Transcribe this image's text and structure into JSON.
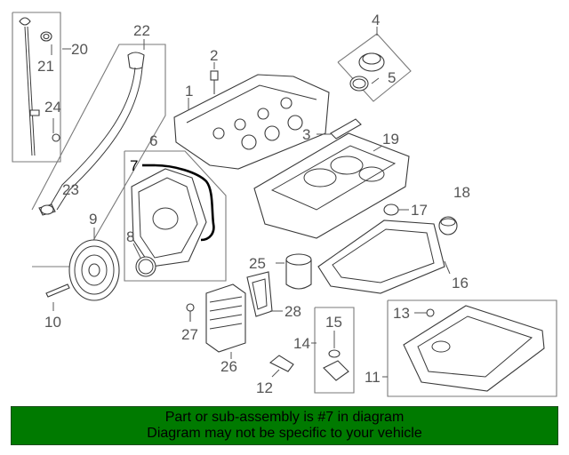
{
  "diagram": {
    "callouts": [
      "1",
      "2",
      "3",
      "4",
      "5",
      "6",
      "7",
      "8",
      "9",
      "10",
      "11",
      "12",
      "13",
      "14",
      "15",
      "16",
      "17",
      "18",
      "19",
      "20",
      "21",
      "22",
      "23",
      "24",
      "25",
      "26",
      "27",
      "28"
    ],
    "highlighted_part": "7"
  },
  "banner": {
    "line1": "Part or sub-assembly is #7 in diagram",
    "line2": "Diagram may not be specific to your vehicle",
    "background": "#007a00"
  }
}
